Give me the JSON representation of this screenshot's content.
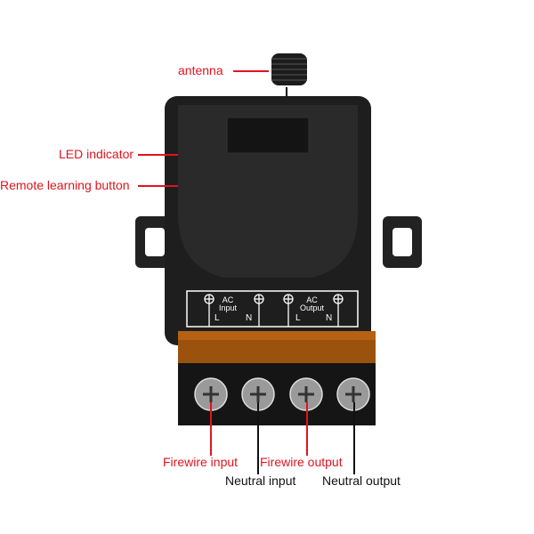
{
  "labels": {
    "antenna": "antenna",
    "led": "LED indicator",
    "learn": "Remote learning button",
    "fire_in": "Firewire input",
    "neutral_in": "Neutral input",
    "fire_out": "Firewire output",
    "neutral_out": "Neutral output"
  },
  "panel": {
    "input_ac": "AC",
    "input": "Input",
    "output_ac": "AC",
    "output": "Output",
    "l": "L",
    "n": "N"
  },
  "colors": {
    "annotation_red": "#e0141e",
    "body": "#1a1a1a",
    "amber": "#b8620f"
  }
}
